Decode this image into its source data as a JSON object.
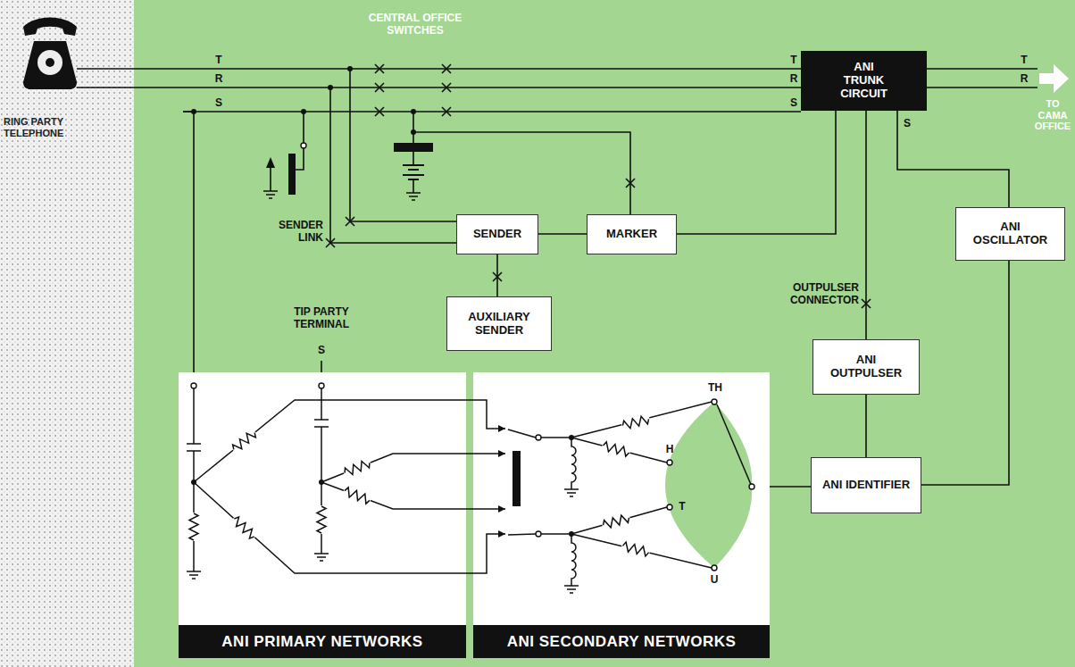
{
  "diagram": {
    "nodes": [
      {
        "text": [
          "ANI TRUNK CIRCUIT"
        ]
      },
      {
        "text": [
          "SENDER"
        ]
      },
      {
        "text": [
          "MARKER"
        ]
      },
      {
        "text": [
          "ANI OSCILLATOR"
        ]
      },
      {
        "text": [
          "AUXILIARY SENDER"
        ]
      },
      {
        "text": [
          "ANI OUTPULSER"
        ]
      },
      {
        "text": [
          "ANI PRIMARY NETWORKS"
        ]
      },
      {
        "text": [
          "ANI SECONDARY NETWORKS"
        ]
      },
      {
        "text": [
          "ANI IDENTIFIER"
        ]
      }
    ],
    "edges": [
      {
        "from": 1,
        "to": 2,
        "arrow": "none"
      },
      {
        "from": 2,
        "to": 0,
        "arrow": "none"
      },
      {
        "from": 1,
        "to": 4,
        "arrow": "none"
      },
      {
        "from": 0,
        "to": 5,
        "arrow": "none"
      },
      {
        "from": 0,
        "to": 3,
        "label": "S",
        "arrow": "none"
      },
      {
        "from": 5,
        "to": 8,
        "arrow": "none"
      },
      {
        "from": 3,
        "to": 8,
        "arrow": "none"
      },
      {
        "from": 7,
        "to": 8,
        "arrow": "none"
      }
    ],
    "labels": [
      "RING PARTY TELEPHONE",
      "T",
      "R",
      "S",
      "CENTRAL OFFICE SWITCHES",
      "T",
      "R",
      "S",
      "T",
      "R",
      "TO CAMA OFFICE",
      "SENDER LINK",
      "TIP PARTY TERMINAL",
      "S",
      "OUTPULSER CONNECTOR",
      "TH",
      "H",
      "T",
      "U"
    ]
  }
}
